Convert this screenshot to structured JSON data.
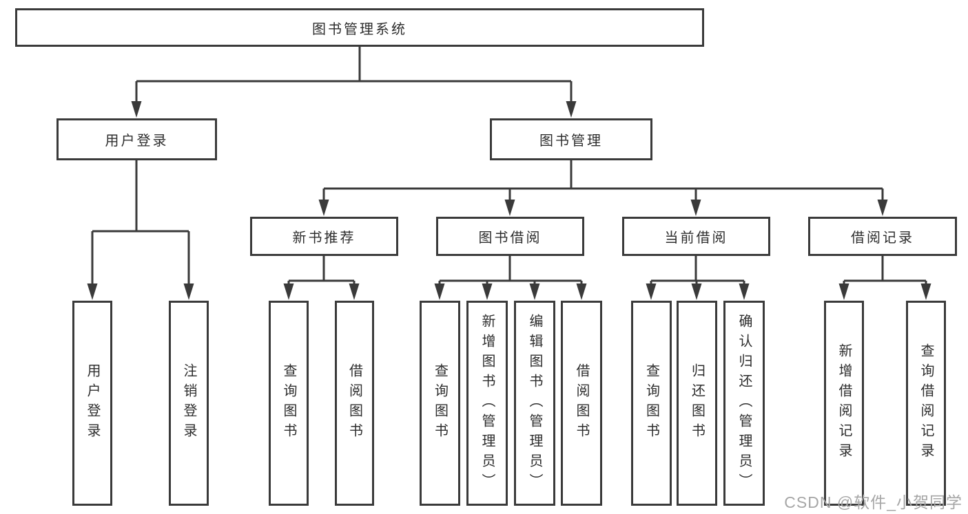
{
  "diagram": {
    "title": "图书管理系统",
    "type": "function-structure-tree",
    "colors": {
      "line": "#3a3a3a",
      "box_border": "#3a3a3a",
      "text": "#2d2d2d",
      "background": "#ffffff",
      "watermark": "#a6a6a6"
    },
    "tree": {
      "root": "图书管理系统",
      "branches": [
        {
          "label": "用户登录",
          "children": [
            "用户登录",
            "注销登录"
          ]
        },
        {
          "label": "图书管理",
          "sections": [
            {
              "label": "新书推荐",
              "children": [
                "查询图书",
                "借阅图书"
              ]
            },
            {
              "label": "图书借阅",
              "children": [
                "查询图书",
                "新增图书（管理员）",
                "编辑图书（管理员）",
                "借阅图书"
              ]
            },
            {
              "label": "当前借阅",
              "children": [
                "查询图书",
                "归还图书",
                "确认归还（管理员）"
              ]
            },
            {
              "label": "借阅记录",
              "children": [
                "新增借阅记录",
                "查询借阅记录"
              ]
            }
          ]
        }
      ]
    }
  },
  "watermark": "CSDN @软件_小贺同学"
}
